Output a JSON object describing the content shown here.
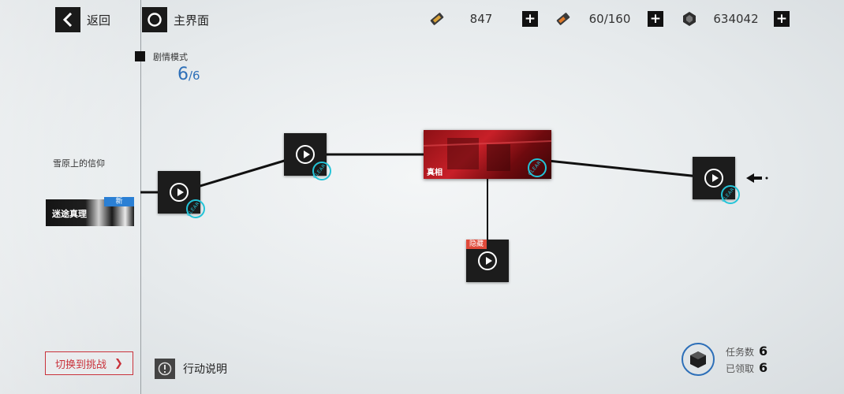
{
  "topbar": {
    "back_label": "返回",
    "home_label": "主界面",
    "resources": [
      {
        "icon": "ticket-icon",
        "value": "847"
      },
      {
        "icon": "battery-icon",
        "value": "60/160"
      },
      {
        "icon": "gem-icon",
        "value": "634042"
      }
    ],
    "plus_symbol": "+"
  },
  "mode": {
    "label": "剧情模式",
    "progress_current": "6",
    "progress_total": "/6"
  },
  "chapters": [
    {
      "title": "雪原上的信仰"
    },
    {
      "title": "迷途真理",
      "badge": "新"
    }
  ],
  "map": {
    "feature_label": "真相",
    "hidden_badge": "隐藏",
    "clear_text": "CLEAR"
  },
  "bottom": {
    "switch_label": "切换到挑战",
    "switch_arrow": "❯",
    "info_label": "行动说明",
    "task_label": "任务数",
    "task_value": "6",
    "claimed_label": "已领取",
    "claimed_value": "6"
  },
  "colors": {
    "accent_blue": "#2d6fb8",
    "clear_cyan": "#23c4d8",
    "switch_red": "#c9323b"
  }
}
